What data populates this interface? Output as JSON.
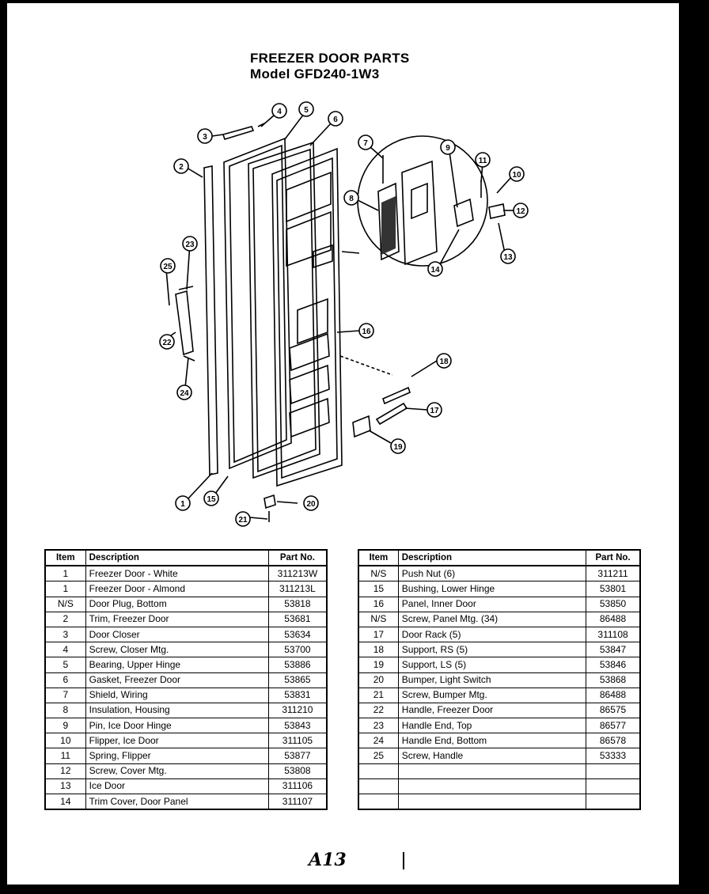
{
  "title": {
    "line1": "FREEZER DOOR PARTS",
    "line2": "Model GFD240-1W3"
  },
  "diagram": {
    "callouts": [
      "1",
      "2",
      "3",
      "4",
      "5",
      "6",
      "7",
      "8",
      "9",
      "10",
      "11",
      "12",
      "13",
      "14",
      "15",
      "16",
      "17",
      "18",
      "19",
      "20",
      "21",
      "22",
      "23",
      "24",
      "25"
    ]
  },
  "table_left": {
    "headers": [
      "Item",
      "Description",
      "Part No."
    ],
    "rows": [
      [
        "1",
        "Freezer Door - White",
        "311213W"
      ],
      [
        "1",
        "Freezer Door - Almond",
        "311213L"
      ],
      [
        "N/S",
        "Door Plug, Bottom",
        "53818"
      ],
      [
        "2",
        "Trim, Freezer Door",
        "53681"
      ],
      [
        "3",
        "Door Closer",
        "53634"
      ],
      [
        "4",
        "Screw, Closer Mtg.",
        "53700"
      ],
      [
        "5",
        "Bearing, Upper Hinge",
        "53886"
      ],
      [
        "6",
        "Gasket, Freezer Door",
        "53865"
      ],
      [
        "7",
        "Shield, Wiring",
        "53831"
      ],
      [
        "8",
        "Insulation, Housing",
        "311210"
      ],
      [
        "9",
        "Pin, Ice Door Hinge",
        "53843"
      ],
      [
        "10",
        "Flipper, Ice Door",
        "311105"
      ],
      [
        "11",
        "Spring, Flipper",
        "53877"
      ],
      [
        "12",
        "Screw, Cover Mtg.",
        "53808"
      ],
      [
        "13",
        "Ice Door",
        "311106"
      ],
      [
        "14",
        "Trim Cover, Door Panel",
        "311107"
      ]
    ]
  },
  "table_right": {
    "headers": [
      "Item",
      "Description",
      "Part No."
    ],
    "rows": [
      [
        "N/S",
        "Push Nut (6)",
        "311211"
      ],
      [
        "15",
        "Bushing, Lower Hinge",
        "53801"
      ],
      [
        "16",
        "Panel, Inner Door",
        "53850"
      ],
      [
        "N/S",
        "Screw, Panel Mtg. (34)",
        "86488"
      ],
      [
        "17",
        "Door Rack (5)",
        "311108"
      ],
      [
        "18",
        "Support, RS (5)",
        "53847"
      ],
      [
        "19",
        "Support, LS (5)",
        "53846"
      ],
      [
        "20",
        "Bumper, Light Switch",
        "53868"
      ],
      [
        "21",
        "Screw, Bumper Mtg.",
        "86488"
      ],
      [
        "22",
        "Handle, Freezer Door",
        "86575"
      ],
      [
        "23",
        "Handle End, Top",
        "86577"
      ],
      [
        "24",
        "Handle End, Bottom",
        "86578"
      ],
      [
        "25",
        "Screw, Handle",
        "53333"
      ],
      [
        "",
        "",
        ""
      ],
      [
        "",
        "",
        ""
      ],
      [
        "",
        "",
        ""
      ]
    ]
  },
  "footer": {
    "handwritten": "A13"
  }
}
